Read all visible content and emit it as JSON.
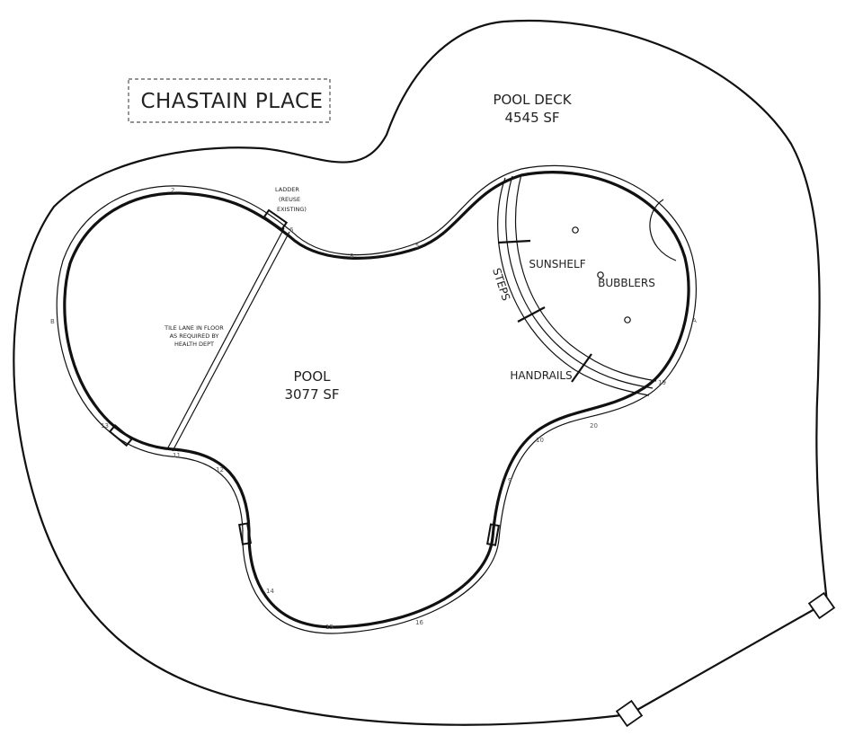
{
  "title": "CHASTAIN PLACE",
  "pool_deck": {
    "name": "POOL DECK",
    "area": "4545 SF"
  },
  "pool": {
    "name": "POOL",
    "area": "3077 SF"
  },
  "labels": {
    "ladder": [
      "LADDER",
      "(REUSE",
      "EXISTING)"
    ],
    "tile_lane": [
      "TILE LANE IN FLOOR",
      "AS REQUIRED BY",
      "HEALTH DEPT"
    ],
    "sunshelf": "SUNSHELF",
    "bubblers": "BUBBLERS",
    "steps": "STEPS",
    "handrails": "HANDRAILS"
  },
  "stations": [
    "A",
    "B",
    "2",
    "5",
    "6",
    "8",
    "9",
    "10",
    "11",
    "12",
    "13",
    "14",
    "15",
    "16",
    "19",
    "20"
  ]
}
